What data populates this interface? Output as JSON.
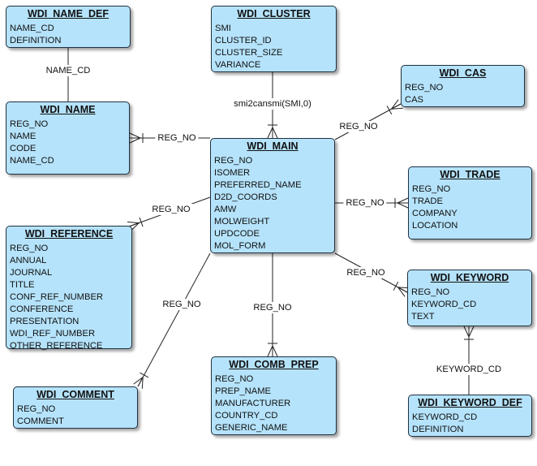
{
  "entities": [
    {
      "id": "WDI_NAME_DEF",
      "title": "WDI_NAME_DEF",
      "fields": [
        "NAME_CD",
        "DEFINITION"
      ]
    },
    {
      "id": "WDI_CLUSTER",
      "title": "WDI_CLUSTER",
      "fields": [
        "SMI",
        "CLUSTER_ID",
        "CLUSTER_SIZE",
        "VARIANCE"
      ]
    },
    {
      "id": "WDI_CAS",
      "title": "WDI_CAS",
      "fields": [
        "REG_NO",
        "CAS"
      ]
    },
    {
      "id": "WDI_NAME",
      "title": "WDI_NAME",
      "fields": [
        "REG_NO",
        "NAME",
        "CODE",
        "NAME_CD"
      ]
    },
    {
      "id": "WDI_MAIN",
      "title": "WDI_MAIN",
      "fields": [
        "REG_NO",
        "ISOMER",
        "PREFERRED_NAME",
        "D2D_COORDS",
        "AMW",
        "MOLWEIGHT",
        "UPDCODE",
        "MOL_FORM"
      ]
    },
    {
      "id": "WDI_TRADE",
      "title": "WDI_TRADE",
      "fields": [
        "REG_NO",
        "TRADE",
        "COMPANY",
        "LOCATION"
      ]
    },
    {
      "id": "WDI_REFERENCE",
      "title": "WDI_REFERENCE",
      "fields": [
        "REG_NO",
        "ANNUAL",
        "JOURNAL",
        "TITLE",
        "CONF_REF_NUMBER",
        "CONFERENCE",
        "PRESENTATION",
        "WDI_REF_NUMBER",
        "OTHER_REFERENCE"
      ]
    },
    {
      "id": "WDI_KEYWORD",
      "title": "WDI_KEYWORD",
      "fields": [
        "REG_NO",
        "KEYWORD_CD",
        "TEXT"
      ]
    },
    {
      "id": "WDI_COMMENT",
      "title": "WDI_COMMENT",
      "fields": [
        "REG_NO",
        "COMMENT"
      ]
    },
    {
      "id": "WDI_COMB_PREP",
      "title": "WDI_COMB_PREP",
      "fields": [
        "REG_NO",
        "PREP_NAME",
        "MANUFACTURER",
        "COUNTRY_CD",
        "GENERIC_NAME"
      ]
    },
    {
      "id": "WDI_KEYWORD_DEF",
      "title": "WDI_KEYWORD_DEF",
      "fields": [
        "KEYWORD_CD",
        "DEFINITION"
      ]
    }
  ],
  "relationships": [
    {
      "id": "namedef-name",
      "from": "WDI_NAME_DEF",
      "to": "WDI_NAME",
      "label": "NAME_CD",
      "many_end": "none"
    },
    {
      "id": "cluster-main",
      "from": "WDI_CLUSTER",
      "to": "WDI_MAIN",
      "label": "smi2cansmi(SMI,0)",
      "many_end": "WDI_MAIN"
    },
    {
      "id": "main-name",
      "from": "WDI_MAIN",
      "to": "WDI_NAME",
      "label": "REG_NO",
      "many_end": "WDI_NAME"
    },
    {
      "id": "main-cas",
      "from": "WDI_MAIN",
      "to": "WDI_CAS",
      "label": "REG_NO",
      "many_end": "WDI_CAS"
    },
    {
      "id": "main-trade",
      "from": "WDI_MAIN",
      "to": "WDI_TRADE",
      "label": "REG_NO",
      "many_end": "WDI_TRADE"
    },
    {
      "id": "main-reference",
      "from": "WDI_MAIN",
      "to": "WDI_REFERENCE",
      "label": "REG_NO",
      "many_end": "WDI_REFERENCE"
    },
    {
      "id": "main-keyword",
      "from": "WDI_MAIN",
      "to": "WDI_KEYWORD",
      "label": "REG_NO",
      "many_end": "WDI_KEYWORD"
    },
    {
      "id": "main-comment",
      "from": "WDI_MAIN",
      "to": "WDI_COMMENT",
      "label": "REG_NO",
      "many_end": "WDI_COMMENT"
    },
    {
      "id": "main-combprep",
      "from": "WDI_MAIN",
      "to": "WDI_COMB_PREP",
      "label": "REG_NO",
      "many_end": "WDI_COMB_PREP"
    },
    {
      "id": "keyworddef-keyword",
      "from": "WDI_KEYWORD_DEF",
      "to": "WDI_KEYWORD",
      "label": "KEYWORD_CD",
      "many_end": "WDI_KEYWORD"
    }
  ],
  "colors": {
    "entity_fill": "#b5e3fb",
    "entity_border": "#1f3040",
    "line": "#222222"
  }
}
